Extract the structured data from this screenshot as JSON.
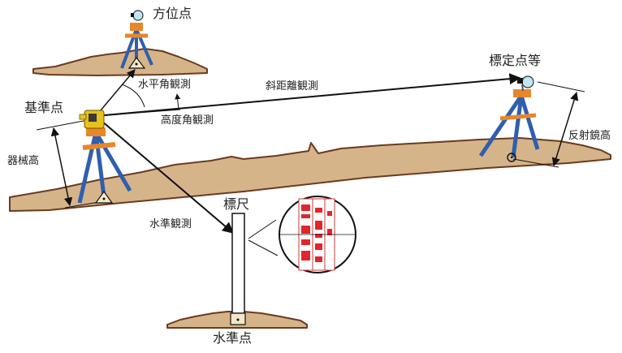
{
  "labels": {
    "azimuth_point": "方位点",
    "horizontal_angle": "水平角観測",
    "slope_distance": "斜距離観測",
    "reference_point": "基準点",
    "vertical_angle": "高度角観測",
    "instrument_height": "器械高",
    "target_point": "標定点等",
    "reflector_height": "反射鏡高",
    "level_observation": "水準観測",
    "staff": "標尺",
    "level_point": "水準点"
  },
  "colors": {
    "ground_fill": "#d6b48a",
    "ground_edge": "#6b3a1f",
    "tripod_leg": "#2f5fae",
    "tripod_band": "#e8862b",
    "instrument": "#e6c21c",
    "staff_red": "#e0262b"
  },
  "icons": {
    "total_station": "surveying-instrument-icon",
    "prism": "prism-reflector-icon",
    "benchmark": "triangle-mark-icon",
    "magnifier": "magnified-staff-icon"
  }
}
